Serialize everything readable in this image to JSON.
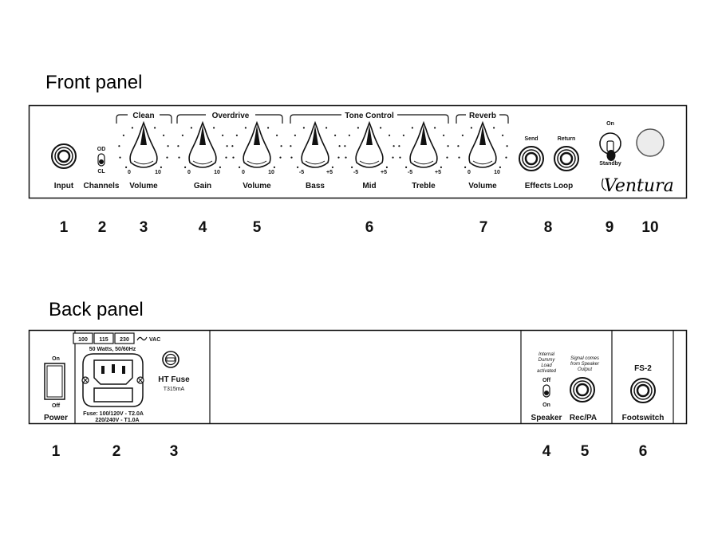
{
  "front": {
    "title": "Front panel",
    "group_labels": {
      "clean": "Clean",
      "overdrive": "Overdrive",
      "tone": "Tone Control",
      "reverb": "Reverb"
    },
    "labels": {
      "input": "Input",
      "channels": "Channels",
      "clean_volume": "Volume",
      "gain": "Gain",
      "od_volume": "Volume",
      "bass": "Bass",
      "mid": "Mid",
      "treble": "Treble",
      "reverb_volume": "Volume",
      "effects_loop": "Effects Loop",
      "send": "Send",
      "return": "Return",
      "on": "On",
      "standby": "Standby",
      "od": "OD",
      "cl": "CL"
    },
    "scales": {
      "zero": "0",
      "ten": "10",
      "minus5": "-5",
      "plus5": "+5"
    },
    "brand": "Ventura",
    "numbers": [
      "1",
      "2",
      "3",
      "4",
      "5",
      "6",
      "7",
      "8",
      "9",
      "10"
    ]
  },
  "back": {
    "title": "Back panel",
    "voltages": [
      "100",
      "115",
      "230"
    ],
    "vac": "VAC",
    "wattage": "50 Watts, 50/60Hz",
    "fuse_spec_1": "Fuse: 100/120V - T2.0A",
    "fuse_spec_2": "220/240V - T1.0A",
    "ht_fuse": "HT Fuse",
    "ht_fuse_rating": "T315mA",
    "power_on": "On",
    "power_off": "Off",
    "power": "Power",
    "dummy_note": [
      "Internal",
      "Dummy",
      "Load",
      "activated"
    ],
    "speaker_off": "Off",
    "speaker_on": "On",
    "speaker": "Speaker",
    "signal_note": [
      "Signal comes",
      "from Speaker",
      "Output"
    ],
    "recpa": "Rec/PA",
    "fs2": "FS-2",
    "footswitch": "Footswitch",
    "numbers": [
      "1",
      "2",
      "3",
      "4",
      "5",
      "6"
    ]
  },
  "colors": {
    "ink": "#111111",
    "panel": "#ffffff",
    "jewel": "#ececec"
  }
}
